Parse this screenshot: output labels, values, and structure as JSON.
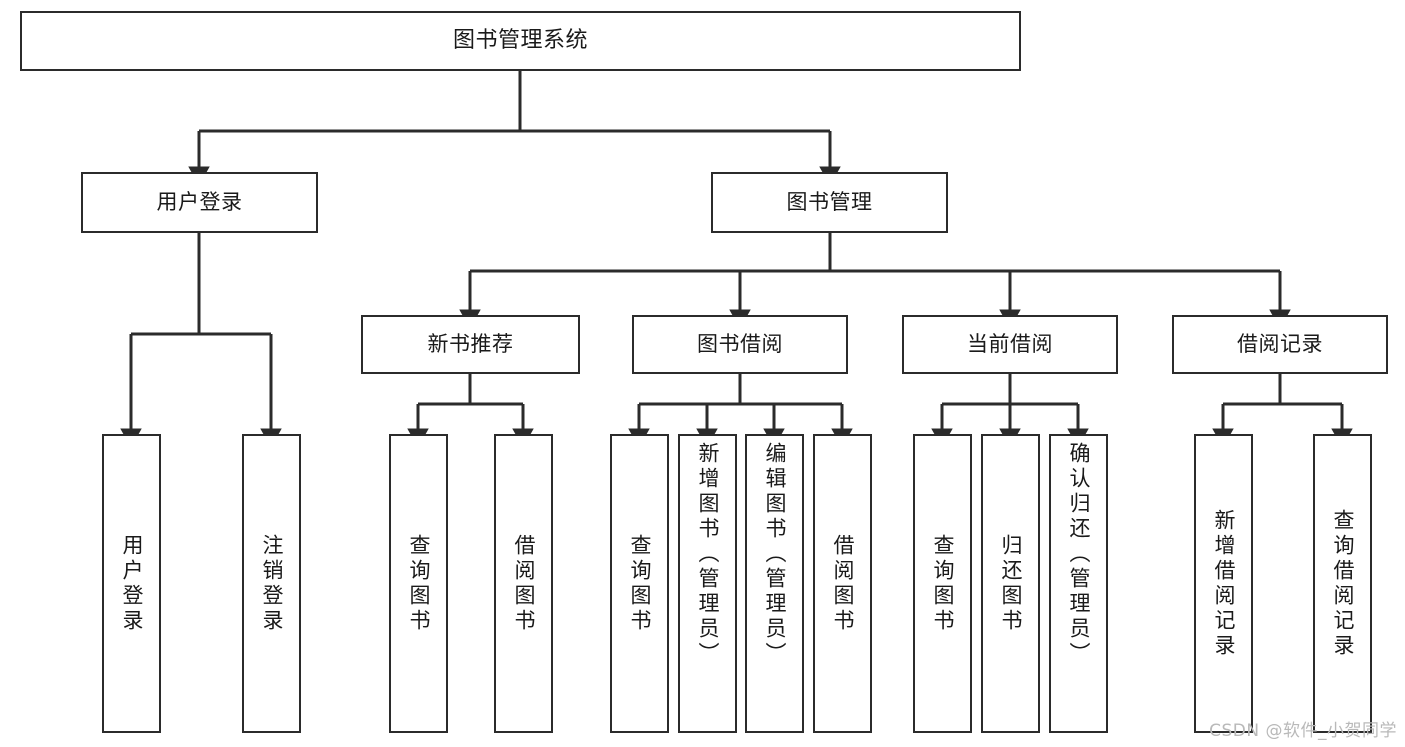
{
  "diagram": {
    "type": "tree",
    "title": "图书管理系统",
    "orientation": "top-down",
    "colors": {
      "node_border": "#2b2b2b",
      "node_fill": "#ffffff",
      "edge": "#2b2b2b",
      "text": "#1a1a1a",
      "watermark": "#b9b9b9",
      "background": "#ffffff"
    }
  },
  "nodes": {
    "root": {
      "label": "图书管理系统",
      "level": 1
    },
    "level2": [
      {
        "id": "user-login",
        "label": "用户登录"
      },
      {
        "id": "book-manage",
        "label": "图书管理"
      }
    ],
    "level3": [
      {
        "id": "new-book-recommend",
        "label": "新书推荐",
        "parent": "book-manage"
      },
      {
        "id": "book-borrow",
        "label": "图书借阅",
        "parent": "book-manage"
      },
      {
        "id": "current-borrow",
        "label": "当前借阅",
        "parent": "book-manage"
      },
      {
        "id": "borrow-record",
        "label": "借阅记录",
        "parent": "book-manage"
      }
    ],
    "leaves": {
      "user_login": [
        {
          "id": "leaf-user-login",
          "label": "用户登录"
        },
        {
          "id": "leaf-logout",
          "label": "注销登录"
        }
      ],
      "new_book_recommend": [
        {
          "id": "leaf-query-book-1",
          "label": "查询图书"
        },
        {
          "id": "leaf-borrow-book-1",
          "label": "借阅图书"
        }
      ],
      "book_borrow": [
        {
          "id": "leaf-query-book-2",
          "label": "查询图书"
        },
        {
          "id": "leaf-add-book",
          "label": "新增图书（管理员）"
        },
        {
          "id": "leaf-edit-book",
          "label": "编辑图书（管理员）"
        },
        {
          "id": "leaf-borrow-book-2",
          "label": "借阅图书"
        }
      ],
      "current_borrow": [
        {
          "id": "leaf-query-book-3",
          "label": "查询图书"
        },
        {
          "id": "leaf-return-book",
          "label": "归还图书"
        },
        {
          "id": "leaf-confirm-return",
          "label": "确认归还（管理员）"
        }
      ],
      "borrow_record": [
        {
          "id": "leaf-add-record",
          "label": "新增借阅记录"
        },
        {
          "id": "leaf-query-record",
          "label": "查询借阅记录"
        }
      ]
    }
  },
  "watermark": {
    "text": "CSDN @软件_小贺同学"
  }
}
